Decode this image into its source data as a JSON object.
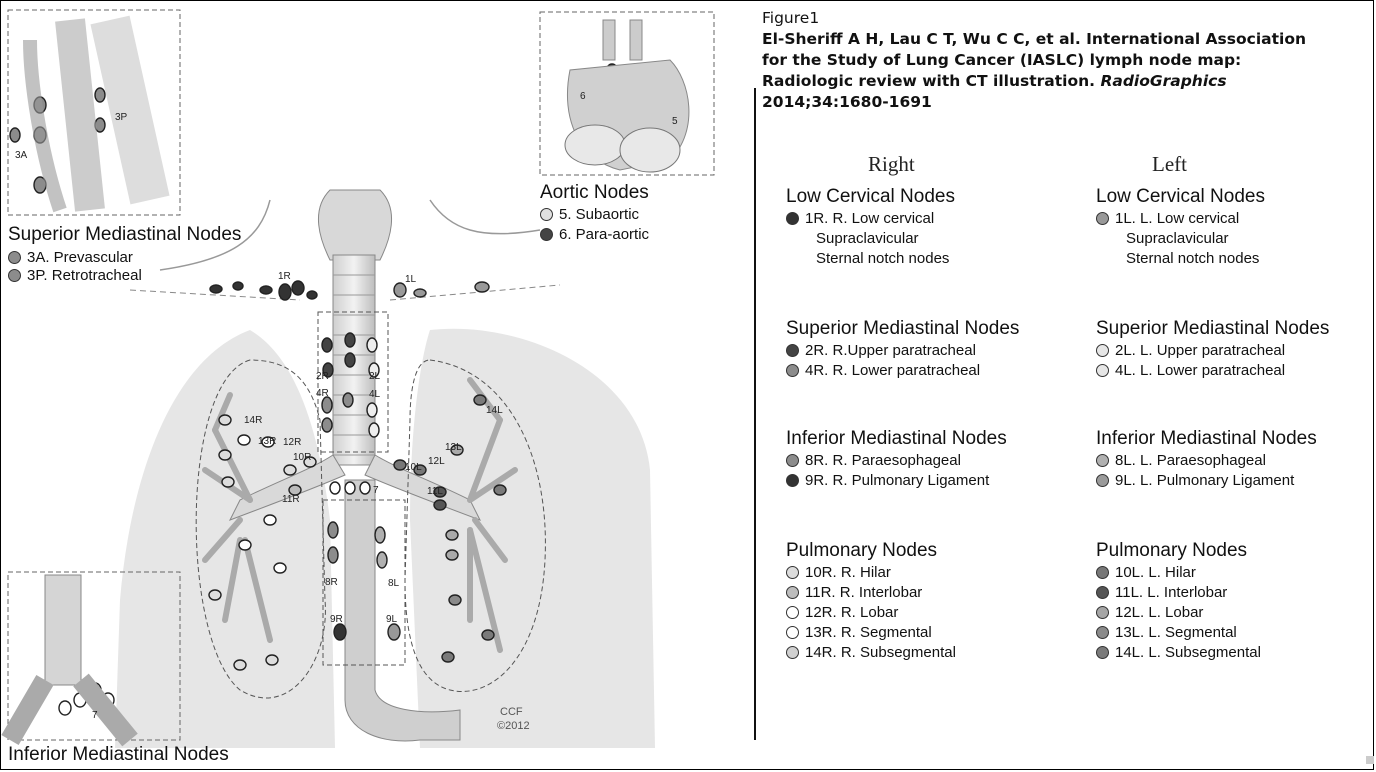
{
  "caption": {
    "figure_label": "Figure1",
    "line1": "El-Sheriff A H, Lau C T, Wu C C, et al. International Association",
    "line2": "for the Study of Lung Cancer (IASLC) lymph node map:",
    "line3_a": "Radiologic review with CT illustration. ",
    "line3_journal": "RadioGraphics",
    "line4": "2014;34:1680-1691"
  },
  "columns": {
    "right": "Right",
    "left": "Left"
  },
  "legend": {
    "right": [
      {
        "title": "Low Cervical Nodes",
        "items": [
          {
            "label": "1R. R. Low cervical",
            "color": "#333333"
          },
          {
            "label": "Supraclavicular",
            "color": null
          },
          {
            "label": "Sternal notch nodes",
            "color": null
          }
        ]
      },
      {
        "title": "Superior Mediastinal Nodes",
        "items": [
          {
            "label": "2R. R.Upper paratracheal",
            "color": "#444444"
          },
          {
            "label": "4R. R. Lower paratracheal",
            "color": "#8c8c8c"
          }
        ]
      },
      {
        "title": "Inferior Mediastinal Nodes",
        "items": [
          {
            "label": "8R. R. Paraesophageal",
            "color": "#8c8c8c"
          },
          {
            "label": "9R. R. Pulmonary Ligament",
            "color": "#333333"
          }
        ]
      },
      {
        "title": "Pulmonary Nodes",
        "items": [
          {
            "label": "10R. R. Hilar",
            "color": "#dcdcdc"
          },
          {
            "label": "11R. R. Interlobar",
            "color": "#bdbdbd"
          },
          {
            "label": "12R. R. Lobar",
            "color": "#ffffff"
          },
          {
            "label": "13R. R. Segmental",
            "color": "#ffffff"
          },
          {
            "label": "14R. R. Subsegmental",
            "color": "#d0d0d0"
          }
        ]
      }
    ],
    "left": [
      {
        "title": "Low Cervical Nodes",
        "items": [
          {
            "label": "1L. L. Low cervical",
            "color": "#999999"
          },
          {
            "label": "Supraclavicular",
            "color": null
          },
          {
            "label": "Sternal notch nodes",
            "color": null
          }
        ]
      },
      {
        "title": "Superior Mediastinal Nodes",
        "items": [
          {
            "label": "2L. L. Upper paratracheal",
            "color": "#e6e6e6"
          },
          {
            "label": "4L. L. Lower paratracheal",
            "color": "#e6e6e6"
          }
        ]
      },
      {
        "title": "Inferior Mediastinal Nodes",
        "items": [
          {
            "label": "8L. L. Paraesophageal",
            "color": "#b0b0b0"
          },
          {
            "label": "9L. L. Pulmonary Ligament",
            "color": "#9a9a9a"
          }
        ]
      },
      {
        "title": "Pulmonary Nodes",
        "items": [
          {
            "label": "10L. L. Hilar",
            "color": "#777777"
          },
          {
            "label": "11L. L. Interlobar",
            "color": "#555555"
          },
          {
            "label": "12L. L. Lobar",
            "color": "#a5a5a5"
          },
          {
            "label": "13L. L. Segmental",
            "color": "#8a8a8a"
          },
          {
            "label": "14L. L. Subsegmental",
            "color": "#7a7a7a"
          }
        ]
      }
    ]
  },
  "diagram": {
    "superior_title": "Superior Mediastinal Nodes",
    "superior_items": [
      {
        "label": "3A. Prevascular",
        "color": "#8c8c8c"
      },
      {
        "label": "3P. Retrotracheal",
        "color": "#8c8c8c"
      }
    ],
    "aortic_title": "Aortic Nodes",
    "aortic_items": [
      {
        "label": "5. Subaortic",
        "color": "#e0e0e0"
      },
      {
        "label": "6. Para-aortic",
        "color": "#444444"
      }
    ],
    "inferior_title": "Inferior Mediastinal Nodes",
    "credit_line1": "CCF",
    "credit_line2": "©2012",
    "node_labels": [
      "1R",
      "1L",
      "2R",
      "2L",
      "4R",
      "4L",
      "10R",
      "10L",
      "7",
      "11R",
      "11L",
      "12R",
      "12L",
      "13R",
      "13L",
      "14R",
      "14L",
      "8R",
      "8L",
      "9R",
      "9L",
      "3A",
      "3P",
      "6",
      "5"
    ]
  }
}
